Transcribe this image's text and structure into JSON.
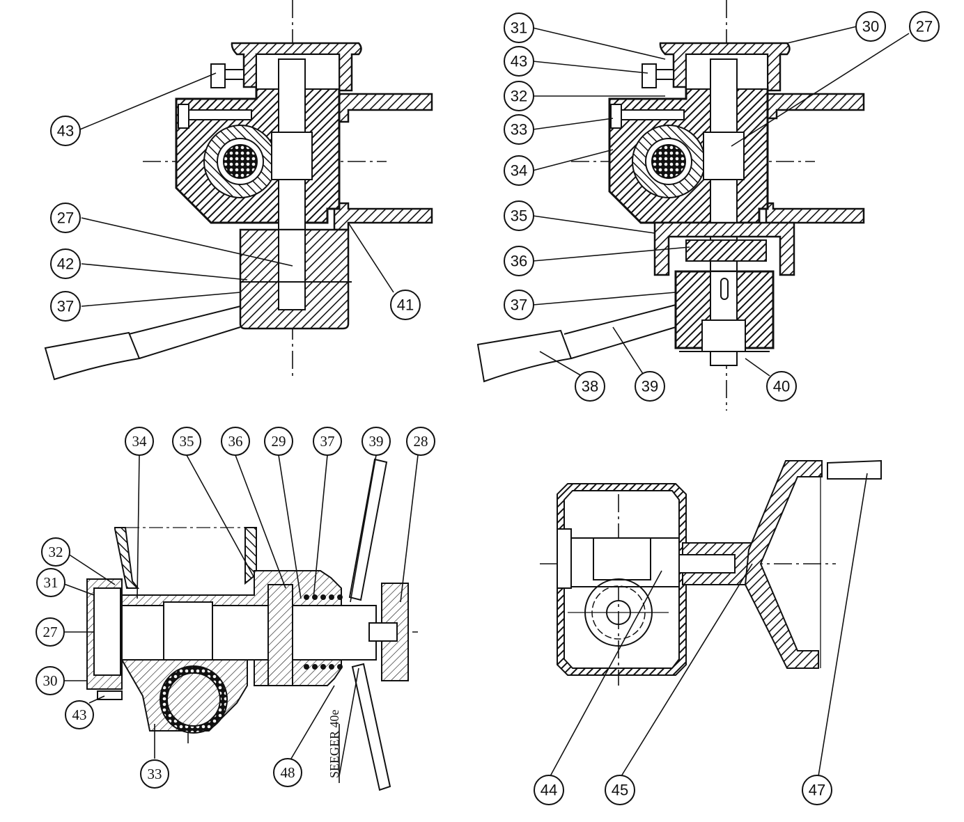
{
  "figure": {
    "type": "mechanical assembly drawing",
    "views": [
      {
        "name": "top-left-section",
        "callouts": [
          "43",
          "27",
          "42",
          "37",
          "41"
        ]
      },
      {
        "name": "top-right-section",
        "callouts": [
          "31",
          "43",
          "32",
          "33",
          "34",
          "35",
          "36",
          "37",
          "38",
          "39",
          "40",
          "30",
          "27"
        ]
      },
      {
        "name": "bottom-left-section",
        "callouts": [
          "34",
          "35",
          "36",
          "29",
          "37",
          "39",
          "28",
          "32",
          "31",
          "27",
          "30",
          "43",
          "33",
          "48"
        ],
        "note": "SEEGER 40e"
      },
      {
        "name": "bottom-right-section",
        "callouts": [
          "44",
          "45",
          "47"
        ]
      }
    ]
  }
}
